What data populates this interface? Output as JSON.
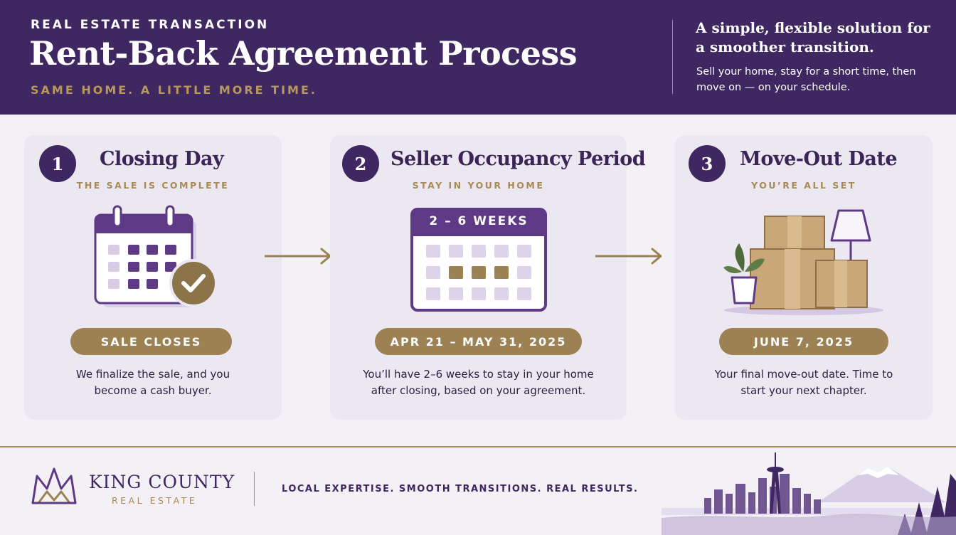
{
  "header": {
    "eyebrow": "REAL ESTATE TRANSACTION",
    "title": "Rent-Back Agreement Process",
    "tagline": "SAME HOME. A LITTLE MORE TIME.",
    "lead": "A simple, flexible solution for a smoother transition.",
    "sub": "Sell your home, stay for a short time, then move on — on your schedule."
  },
  "steps": [
    {
      "number": "1",
      "title": "Closing Day",
      "subtitle": "THE SALE IS COMPLETE",
      "pill": "SALE CLOSES",
      "description": "We finalize the sale, and you become a cash buyer.",
      "icon": "calendar-check-icon"
    },
    {
      "number": "2",
      "title": "Seller Occupancy Period",
      "subtitle": "STAY IN YOUR HOME",
      "calendar_header": "2 – 6 WEEKS",
      "pill": "APR 21 – MAY 31, 2025",
      "description": "You’ll have 2–6 weeks to stay in your home after closing, based on your agreement.",
      "icon": "calendar-weeks-icon"
    },
    {
      "number": "3",
      "title": "Move-Out Date",
      "subtitle": "YOU’RE ALL SET",
      "pill": "JUNE 7, 2025",
      "description": "Your final move-out date. Time to start your next chapter.",
      "icon": "moving-boxes-icon"
    }
  ],
  "footer": {
    "brand_name": "KING COUNTY",
    "brand_sub": "REAL ESTATE",
    "slogan": "LOCAL EXPERTISE.  SMOOTH TRANSITIONS.  REAL RESULTS."
  },
  "colors": {
    "primary": "#3f2761",
    "accent_gold": "#9c8253",
    "card_bg": "#ece8f2",
    "page_bg": "#f3f1f6"
  }
}
